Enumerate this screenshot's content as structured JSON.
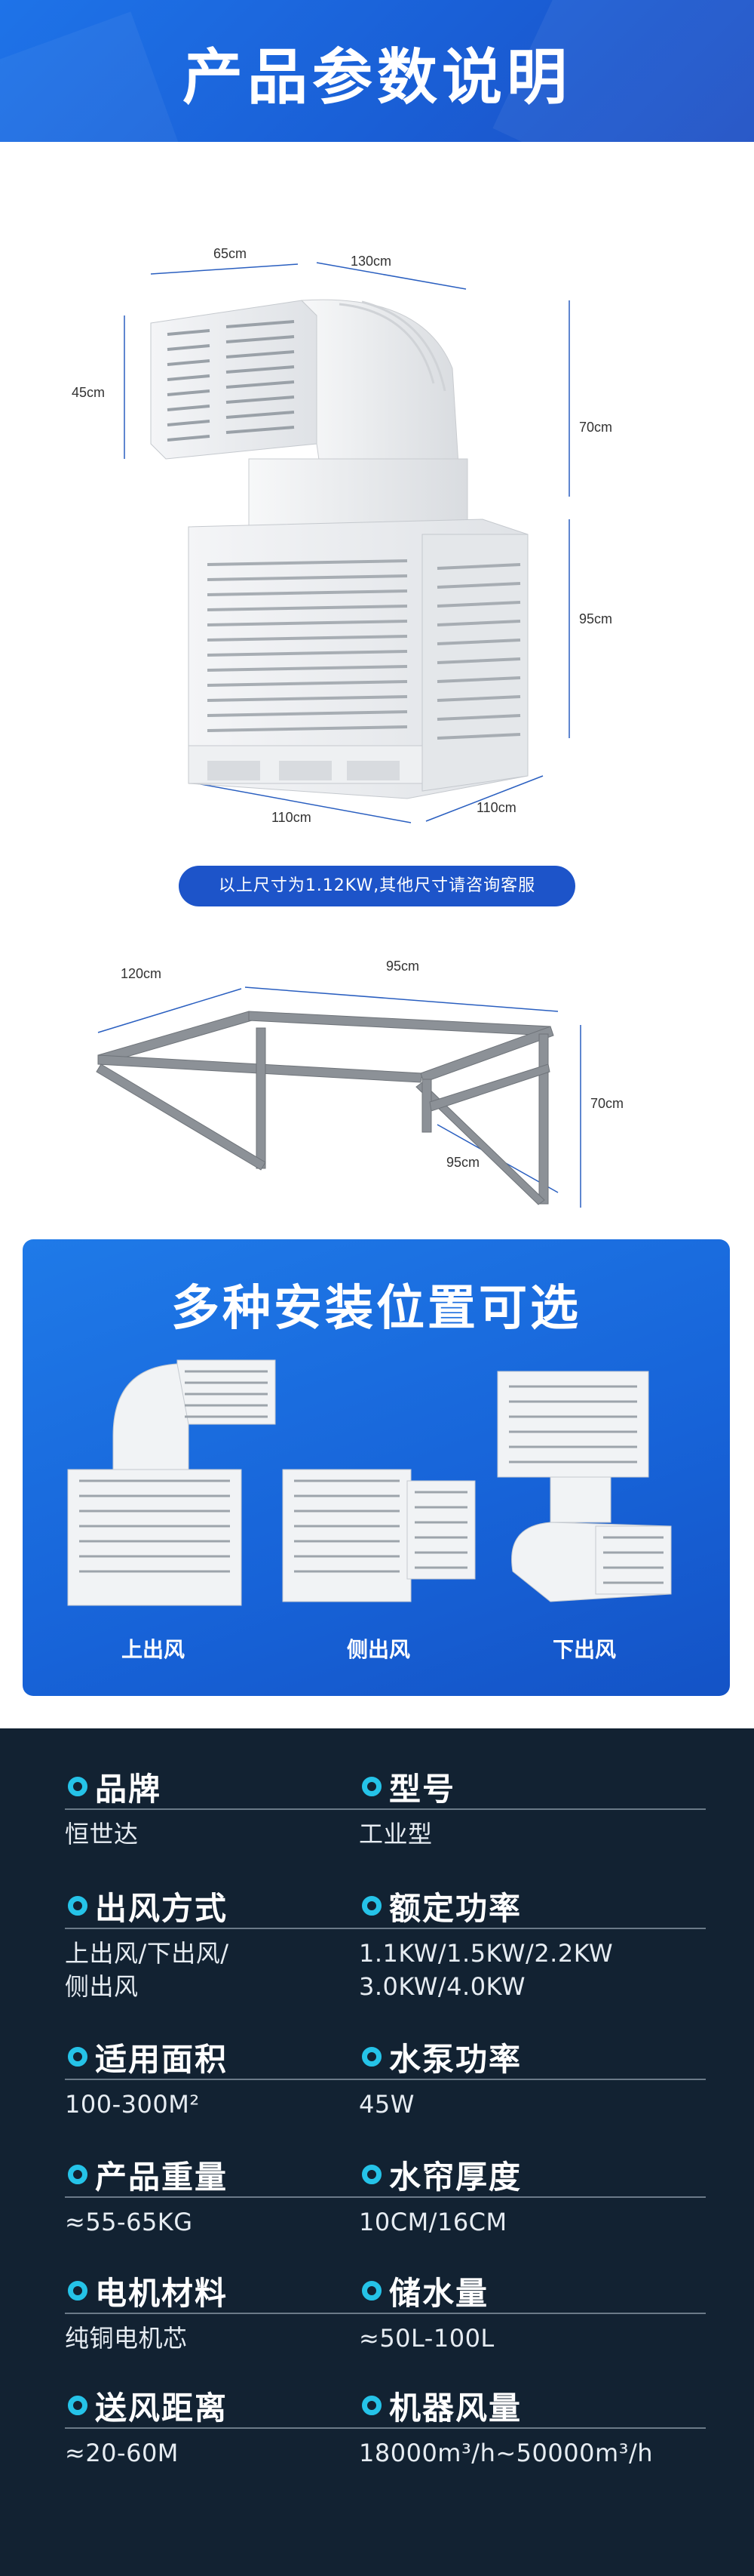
{
  "header": {
    "title": "产品参数说明"
  },
  "cooler_dims": {
    "top_width": "65cm",
    "duct_length": "130cm",
    "outlet_height": "45cm",
    "duct_height": "70cm",
    "body_height": "95cm",
    "base_width": "110cm",
    "base_depth": "110cm"
  },
  "note": "以上尺寸为1.12KW,其他尺寸请咨询客服",
  "bracket_dims": {
    "depth": "120cm",
    "width": "95cm",
    "height": "70cm",
    "arm": "95cm"
  },
  "install": {
    "title": "多种安装位置可选",
    "options": [
      "上出风",
      "侧出风",
      "下出风"
    ]
  },
  "specs": [
    {
      "title": "品牌",
      "value": "恒世达"
    },
    {
      "title": "型号",
      "value": "工业型"
    },
    {
      "title": "出风方式",
      "value": "上出风/下出风/\n侧出风"
    },
    {
      "title": "额定功率",
      "value": "1.1KW/1.5KW/2.2KW\n3.0KW/4.0KW"
    },
    {
      "title": "适用面积",
      "value": "100-300M²"
    },
    {
      "title": "水泵功率",
      "value": "45W"
    },
    {
      "title": "产品重量",
      "value": "≈55-65KG"
    },
    {
      "title": "水帘厚度",
      "value": "10CM/16CM"
    },
    {
      "title": "电机材料",
      "value": "纯铜电机芯"
    },
    {
      "title": "储水量",
      "value": "≈50L-100L"
    },
    {
      "title": "送风距离",
      "value": "≈20-60M"
    },
    {
      "title": "机器风量",
      "value": "18000m³/h~50000m³/h"
    }
  ],
  "colors": {
    "brand_blue": "#1d5fd6",
    "spec_bg": "#122232",
    "accent": "#25c3e8"
  }
}
